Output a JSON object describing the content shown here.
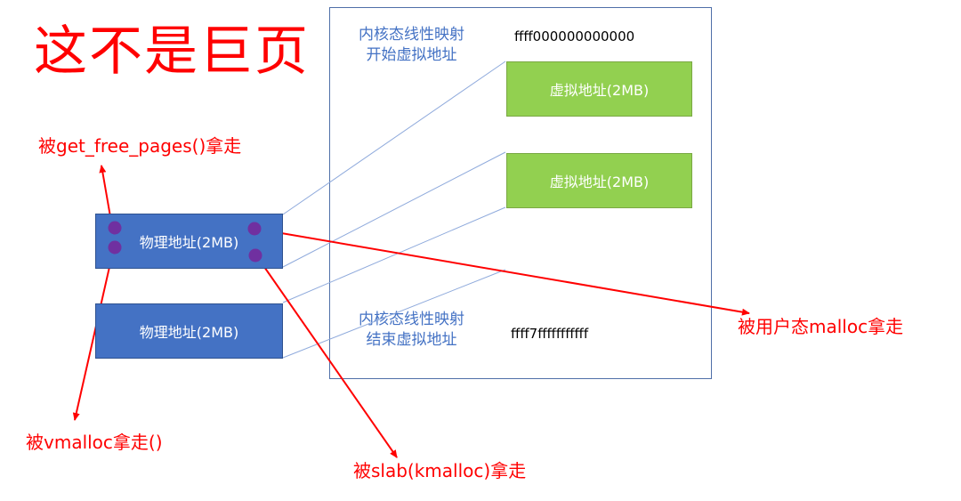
{
  "title": "这不是巨页",
  "region": {
    "start_caption_line1": "内核态线性映射",
    "start_caption_line2": "开始虚拟地址",
    "start_address": "ffff000000000000",
    "end_caption_line1": "内核态线性映射",
    "end_caption_line2": "结束虚拟地址",
    "end_address": "ffff7fffffffffff"
  },
  "virtual_blocks": [
    {
      "label": "虚拟地址(2MB)"
    },
    {
      "label": "虚拟地址(2MB)"
    }
  ],
  "physical_blocks": [
    {
      "label": "物理地址(2MB)"
    },
    {
      "label": "物理地址(2MB)"
    }
  ],
  "callouts": {
    "get_free_pages": "被get_free_pages()拿走",
    "vmalloc": "被vmalloc拿走()",
    "slab": "被slab(kmalloc)拿走",
    "user_malloc": "被用户态malloc拿走"
  },
  "colors": {
    "title_red": "#ff0000",
    "virtual_green": "#92d050",
    "physical_blue": "#4472c4",
    "caption_blue": "#4472c4",
    "dot_purple": "#7030a0",
    "arrow_red": "#ff0000"
  }
}
